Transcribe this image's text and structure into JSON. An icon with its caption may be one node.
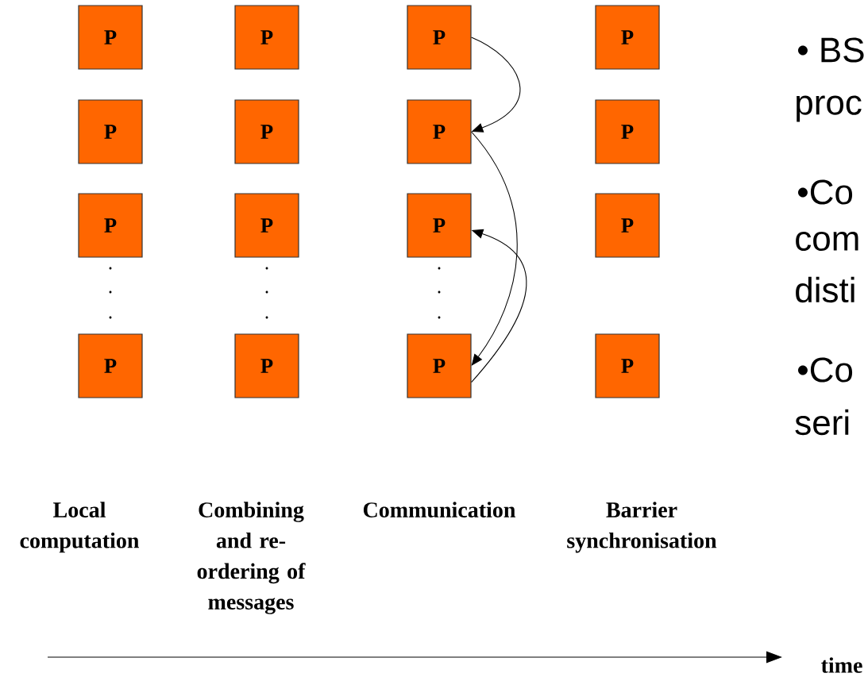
{
  "diagram": {
    "nodes": [
      {
        "text": [
          "P"
        ]
      },
      {
        "text": [
          "P"
        ]
      },
      {
        "text": [
          "P"
        ]
      },
      {
        "text": [
          "P"
        ]
      },
      {
        "text": [
          "P"
        ]
      },
      {
        "text": [
          "P"
        ]
      },
      {
        "text": [
          "P"
        ]
      },
      {
        "text": [
          "P"
        ]
      },
      {
        "text": [
          "P"
        ]
      },
      {
        "text": [
          "P"
        ]
      },
      {
        "text": [
          "P"
        ]
      },
      {
        "text": [
          "P"
        ]
      },
      {
        "text": [
          "P"
        ]
      },
      {
        "text": [
          "P"
        ]
      },
      {
        "text": [
          "P"
        ]
      },
      {
        "text": [
          "P"
        ]
      }
    ],
    "edges": [
      {
        "from": 2,
        "to": 6,
        "arrow": "to"
      },
      {
        "from": 6,
        "to": 14,
        "arrow": "to"
      },
      {
        "from": 14,
        "to": 10,
        "arrow": "to"
      }
    ],
    "labels": [
      "• BS",
      "proc",
      "•Co",
      "com",
      "disti",
      "•Co",
      "seri",
      "Local computation",
      "Combining and re-ordering of messages",
      "Communication",
      "Barrier synchronisation",
      "time"
    ]
  }
}
